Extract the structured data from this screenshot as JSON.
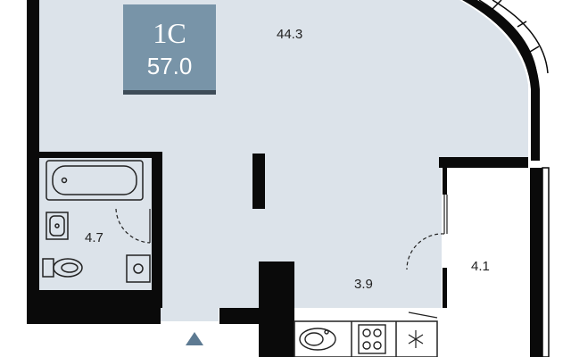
{
  "badge": {
    "type": "1С",
    "total_area": "57.0"
  },
  "rooms": {
    "studio": "44.3",
    "bathroom": "4.7",
    "hall": "3.9",
    "storage": "4.1"
  },
  "colors": {
    "floor": "#dce3ea",
    "wall": "#0a0a0a",
    "badge": "#7894a8",
    "entrance_marker": "#5d7a92"
  }
}
